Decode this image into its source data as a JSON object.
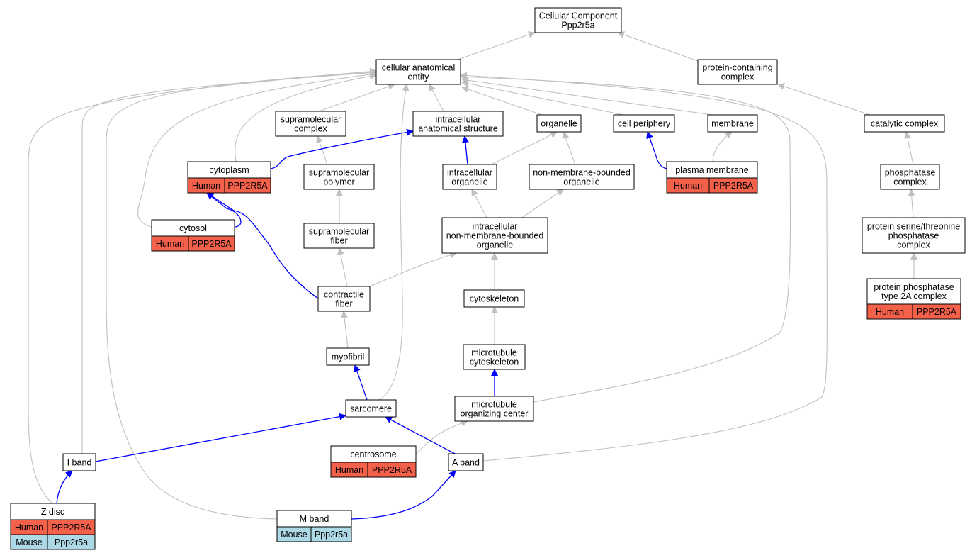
{
  "colors": {
    "human": "#f4614b",
    "mouse": "#add8e6",
    "edge_is_a": "#c0c0c0",
    "edge_part_of": "#0000ff",
    "node_fill": "#ffffff",
    "node_border": "#000000"
  },
  "nodes": {
    "root": {
      "lines": [
        "Cellular Component",
        "Ppp2r5a"
      ]
    },
    "cae": {
      "lines": [
        "cellular anatomical",
        "entity"
      ]
    },
    "pcc": {
      "lines": [
        "protein-containing",
        "complex"
      ]
    },
    "smc": {
      "lines": [
        "supramolecular",
        "complex"
      ]
    },
    "ias": {
      "lines": [
        "intracellular",
        "anatomical structure"
      ]
    },
    "org": {
      "lines": [
        "organelle"
      ]
    },
    "cper": {
      "lines": [
        "cell periphery"
      ]
    },
    "mem": {
      "lines": [
        "membrane"
      ]
    },
    "catc": {
      "lines": [
        "catalytic complex"
      ]
    },
    "cyto": {
      "lines": [
        "cytoplasm"
      ],
      "rows": [
        [
          "Human",
          "PPP2R5A"
        ]
      ]
    },
    "smp": {
      "lines": [
        "supramolecular",
        "polymer"
      ]
    },
    "io": {
      "lines": [
        "intracellular",
        "organelle"
      ]
    },
    "nmbo": {
      "lines": [
        "non-membrane-bounded",
        "organelle"
      ]
    },
    "pm": {
      "lines": [
        "plasma membrane"
      ],
      "rows": [
        [
          "Human",
          "PPP2R5A"
        ]
      ]
    },
    "phc": {
      "lines": [
        "phosphatase",
        "complex"
      ]
    },
    "cytosol": {
      "lines": [
        "cytosol"
      ],
      "rows": [
        [
          "Human",
          "PPP2R5A"
        ]
      ]
    },
    "smf": {
      "lines": [
        "supramolecular",
        "fiber"
      ]
    },
    "inmbo": {
      "lines": [
        "intracellular",
        "non-membrane-bounded",
        "organelle"
      ]
    },
    "pstp": {
      "lines": [
        "protein serine/threonine",
        "phosphatase",
        "complex"
      ]
    },
    "cf": {
      "lines": [
        "contractile",
        "fiber"
      ]
    },
    "csk": {
      "lines": [
        "cytoskeleton"
      ]
    },
    "pp2a": {
      "lines": [
        "protein phosphatase",
        "type 2A complex"
      ],
      "rows": [
        [
          "Human",
          "PPP2R5A"
        ]
      ]
    },
    "myo": {
      "lines": [
        "myofibril"
      ]
    },
    "mtc": {
      "lines": [
        "microtubule",
        "cytoskeleton"
      ]
    },
    "sarc": {
      "lines": [
        "sarcomere"
      ]
    },
    "mtoc": {
      "lines": [
        "microtubule",
        "organizing center"
      ]
    },
    "cent": {
      "lines": [
        "centrosome"
      ],
      "rows": [
        [
          "Human",
          "PPP2R5A"
        ]
      ]
    },
    "iband": {
      "lines": [
        "I band"
      ]
    },
    "aband": {
      "lines": [
        "A band"
      ]
    },
    "zdisc": {
      "lines": [
        "Z disc"
      ],
      "rows": [
        [
          "Human",
          "PPP2R5A"
        ],
        [
          "Mouse",
          "Ppp2r5a"
        ]
      ]
    },
    "mband": {
      "lines": [
        "M band"
      ],
      "rows": [
        [
          "Mouse",
          "Ppp2r5a"
        ]
      ]
    }
  }
}
